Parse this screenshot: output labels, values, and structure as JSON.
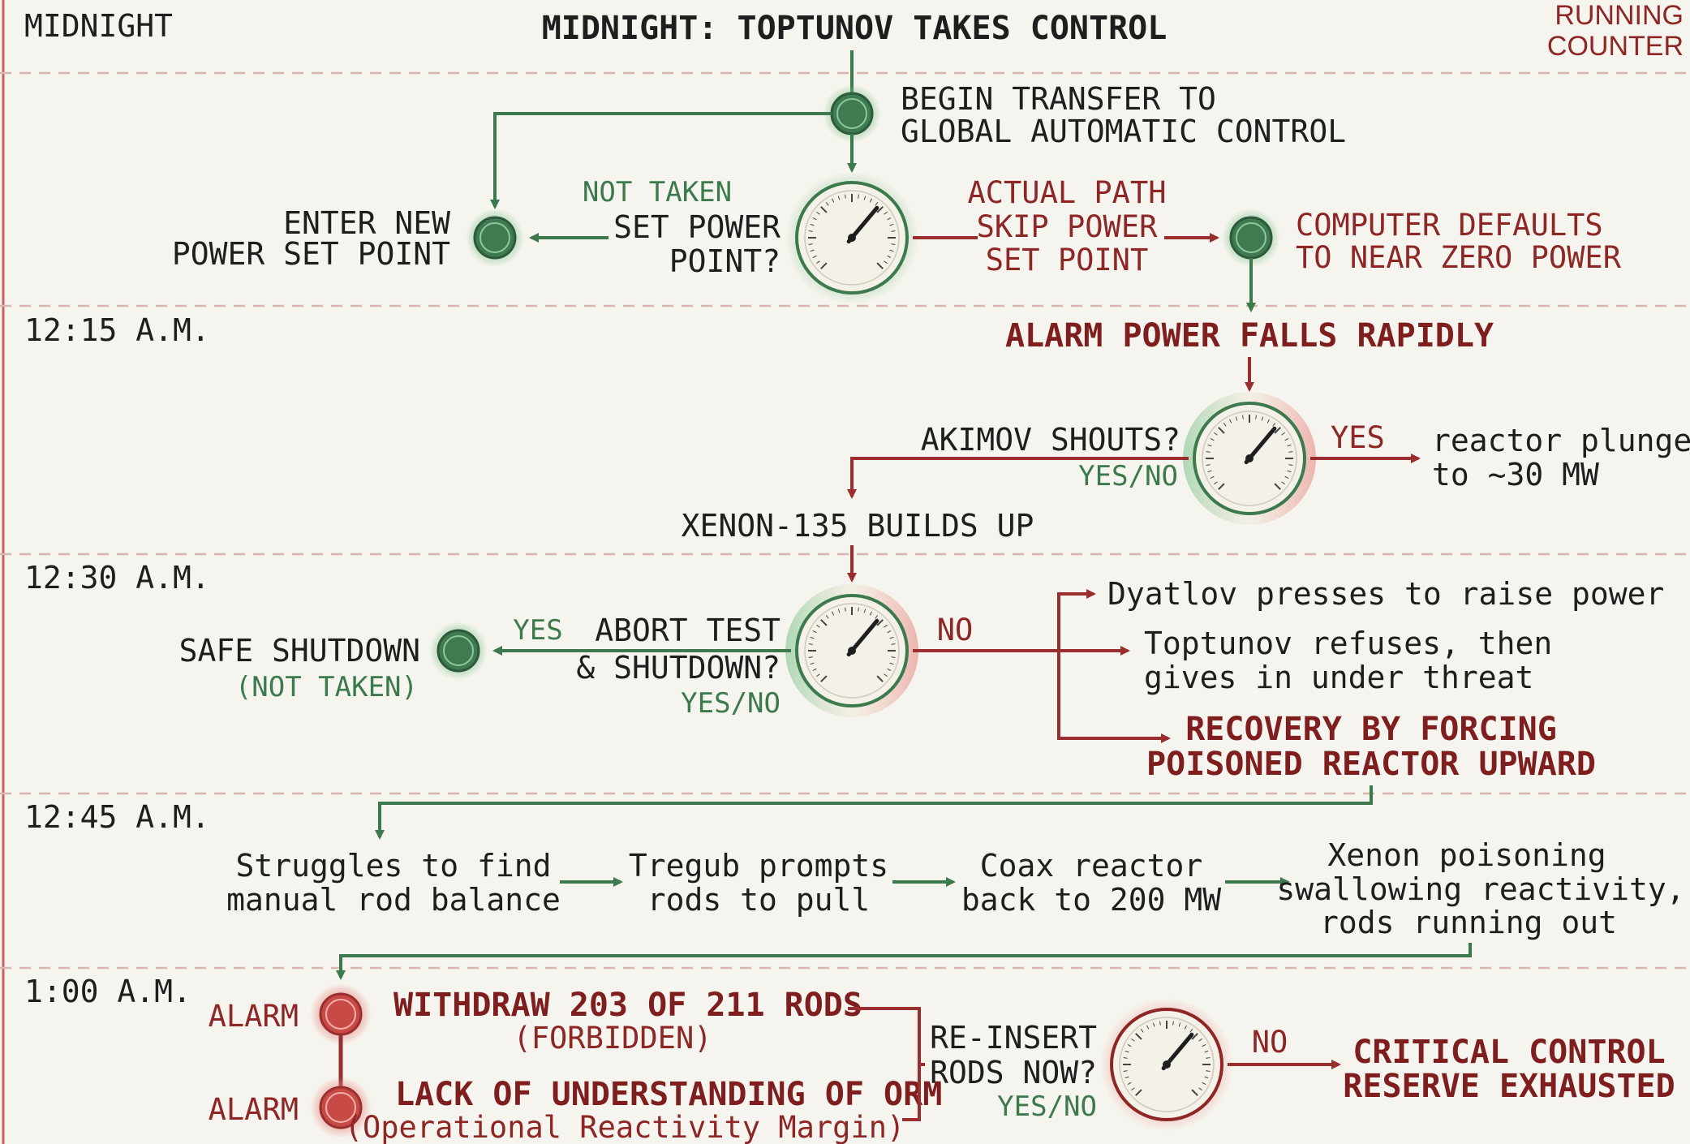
{
  "timeline": {
    "times": [
      "MIDNIGHT",
      "12:15 A.M.",
      "12:30 A.M.",
      "12:45 A.M.",
      "1:00 A.M."
    ],
    "counter": [
      "RUNNING",
      "COUNTER"
    ]
  },
  "title": "MIDNIGHT: TOPTUNOV TAKES CONTROL",
  "begin_transfer": [
    "BEGIN TRANSFER TO",
    "GLOBAL AUTOMATIC CONTROL"
  ],
  "enter_new": [
    "ENTER NEW",
    "POWER SET POINT"
  ],
  "not_taken": "NOT TAKEN",
  "set_power": [
    "SET POWER",
    "POINT?"
  ],
  "actual_path": [
    "ACTUAL PATH",
    "SKIP POWER",
    "SET POINT"
  ],
  "computer_defaults": [
    "COMPUTER DEFAULTS",
    "TO NEAR ZERO POWER"
  ],
  "alarm_power": "ALARM POWER FALLS RAPIDLY",
  "akimov": "AKIMOV SHOUTS?",
  "yes_no": "YES/NO",
  "yes": "YES",
  "no": "NO",
  "reactor_plunged": [
    "reactor plunged",
    "to ~30 MW"
  ],
  "xenon_builds": "XENON-135 BUILDS UP",
  "safe_shutdown": "SAFE SHUTDOWN",
  "safe_not_taken": "(NOT TAKEN)",
  "abort_test": [
    "ABORT TEST",
    "& SHUTDOWN?"
  ],
  "dyatlov": "Dyatlov presses to raise power",
  "toptunov_refuses": [
    "Toptunov refuses, then",
    "gives in under threat"
  ],
  "recovery": [
    "RECOVERY BY FORCING",
    "POISONED REACTOR UPWARD"
  ],
  "flow_steps": [
    [
      "Struggles to find",
      "manual rod balance"
    ],
    [
      "Tregub prompts",
      "rods to pull"
    ],
    [
      "Coax reactor",
      "back to 200 MW"
    ],
    [
      "Xenon poisoning",
      "swallowing reactivity,",
      "rods running out"
    ]
  ],
  "alarm_label": "ALARM",
  "withdraw": [
    "WITHDRAW 203 OF 211 RODS",
    "(FORBIDDEN)"
  ],
  "lack": [
    "LACK OF UNDERSTANDING OF ORM",
    "(Operational Reactivity Margin)"
  ],
  "reinsert": [
    "RE-INSERT",
    "RODS NOW?"
  ],
  "critical": [
    "CRITICAL CONTROL",
    "RESERVE EXHAUSTED"
  ],
  "colors": {
    "green": "#3c7a4e",
    "red": "#9a2e2e",
    "background": "#f6f4ee"
  },
  "gauges": [
    {
      "id": "set-power",
      "tone": "green"
    },
    {
      "id": "akimov",
      "tone": "mixed"
    },
    {
      "id": "abort",
      "tone": "mixed"
    },
    {
      "id": "reinsert",
      "tone": "red"
    }
  ]
}
